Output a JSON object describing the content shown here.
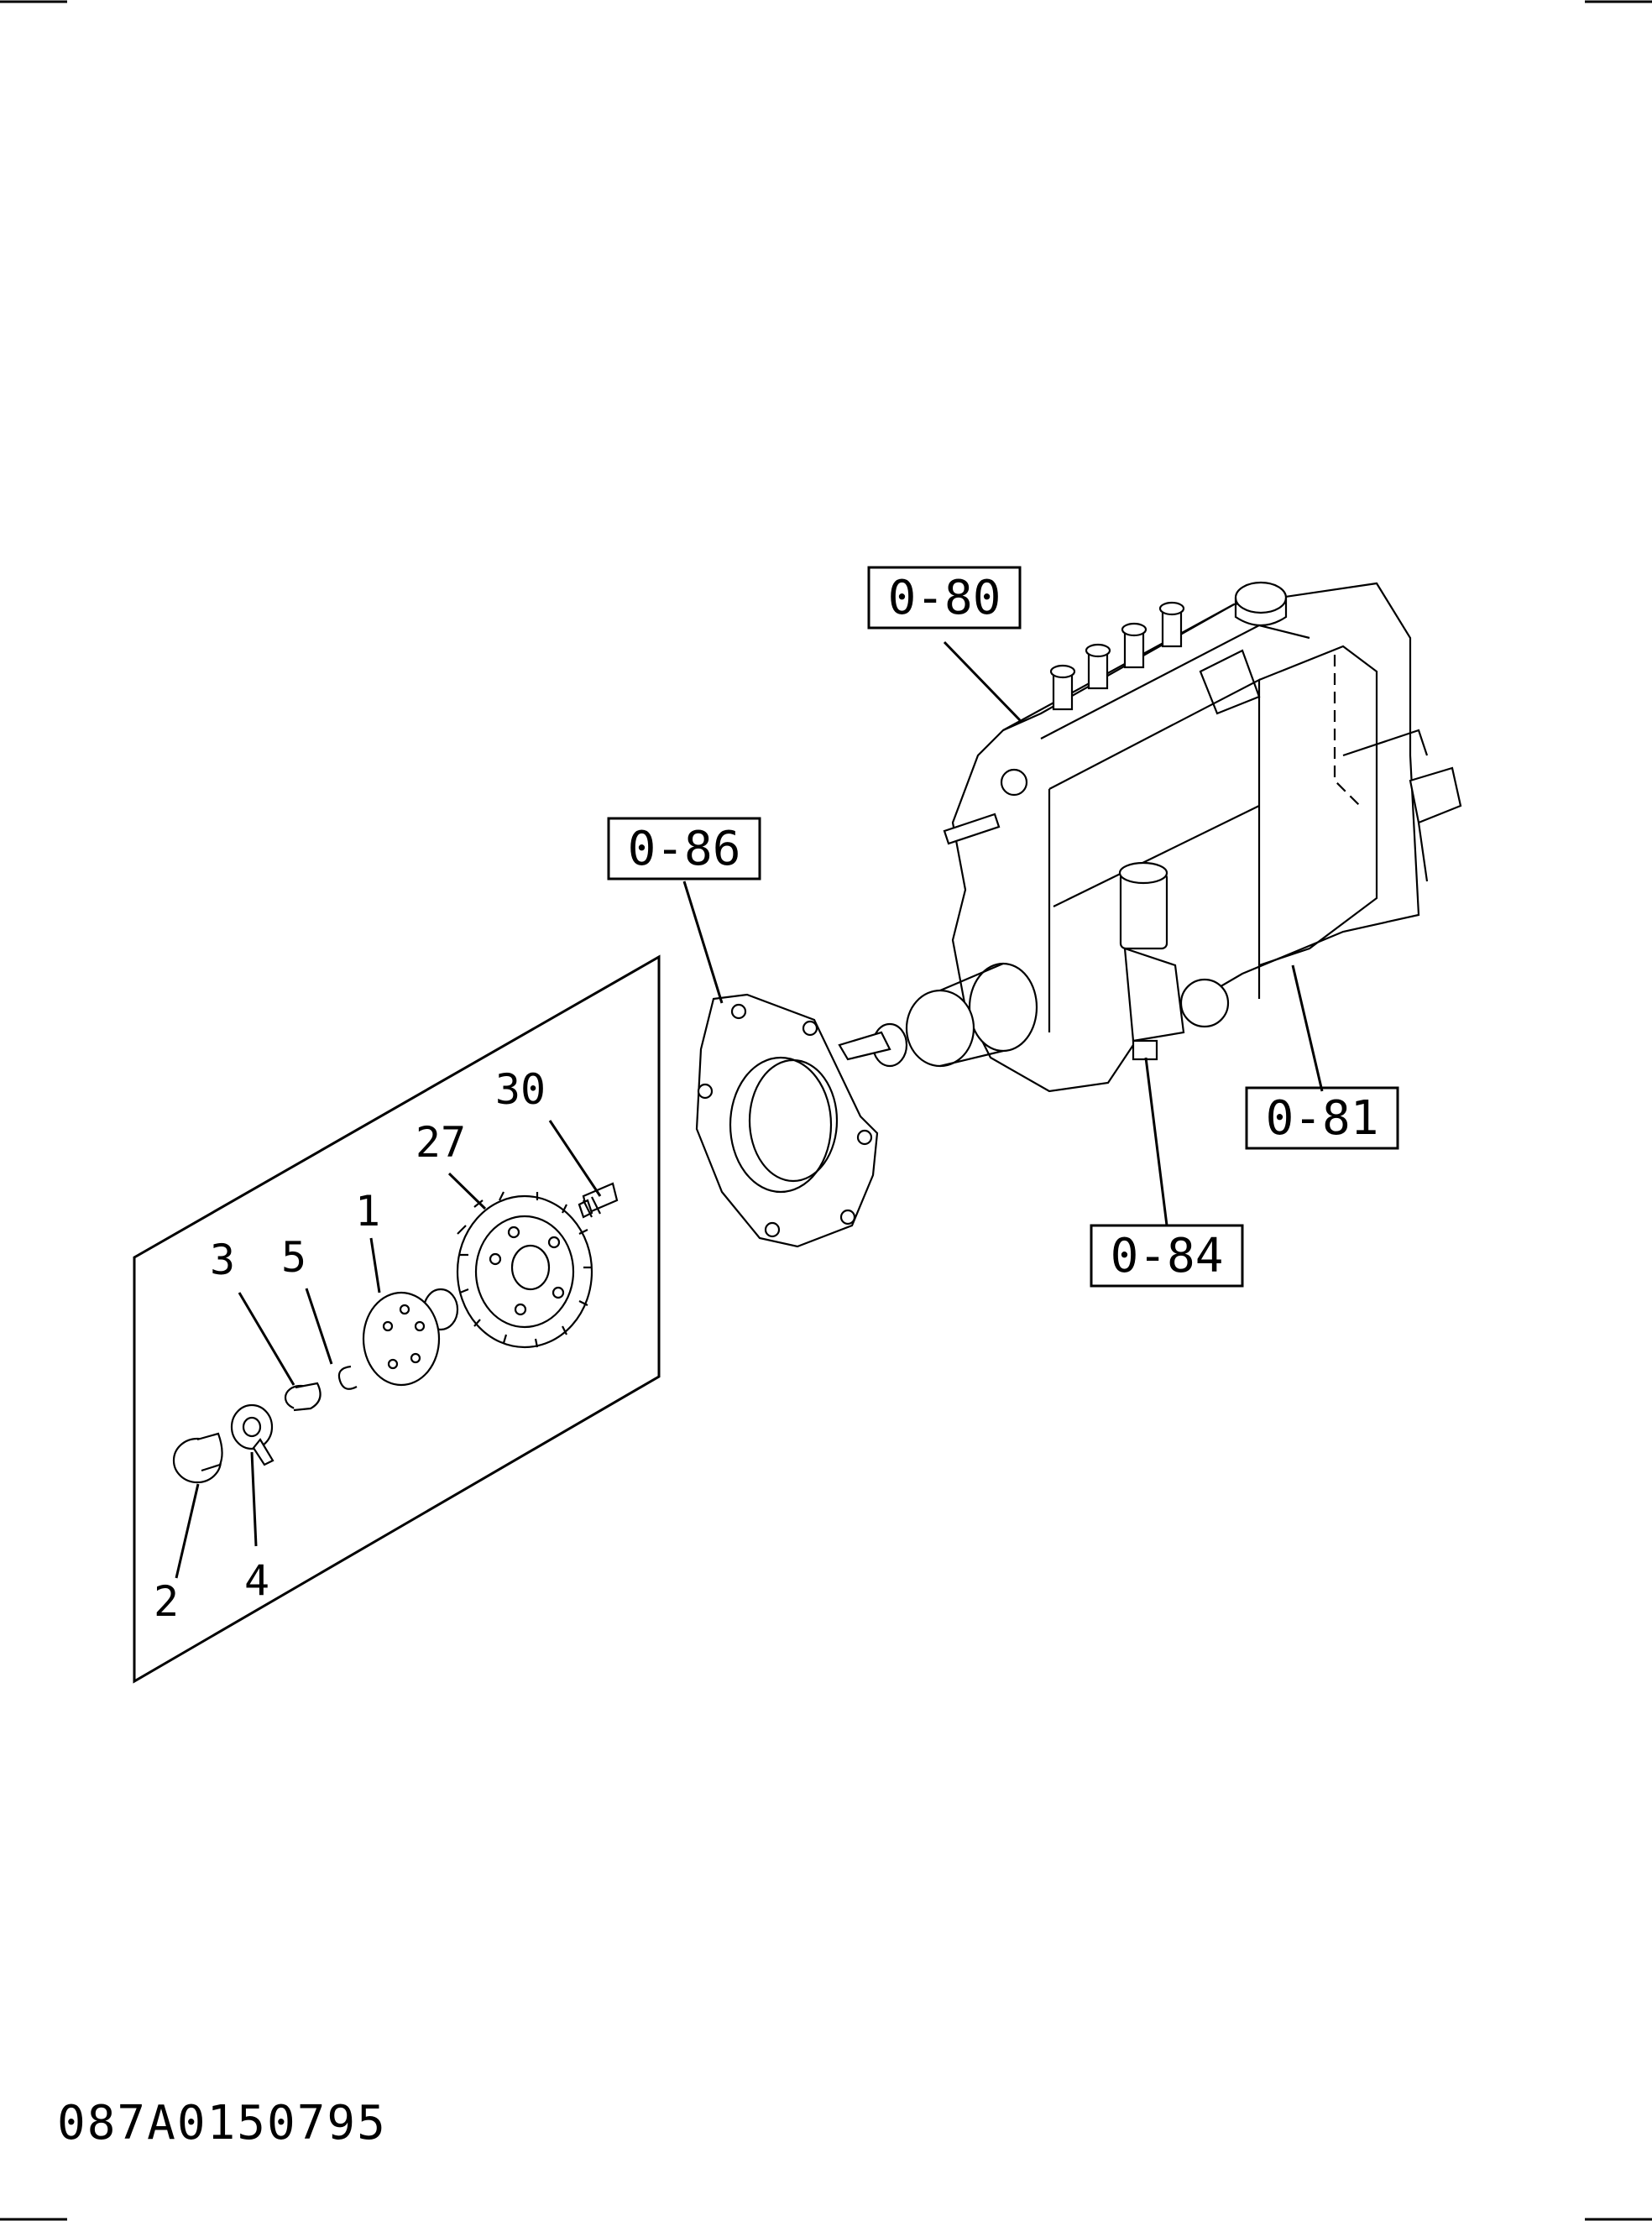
{
  "diagram": {
    "drawing_number": "087A0150795",
    "reference_boxes": {
      "pump": "0-80",
      "flange": "0-86",
      "body": "0-81",
      "feed_pump": "0-84"
    },
    "part_callouts": {
      "p1": "1",
      "p2": "2",
      "p3": "3",
      "p4": "4",
      "p5": "5",
      "p27": "27",
      "p30": "30"
    }
  }
}
